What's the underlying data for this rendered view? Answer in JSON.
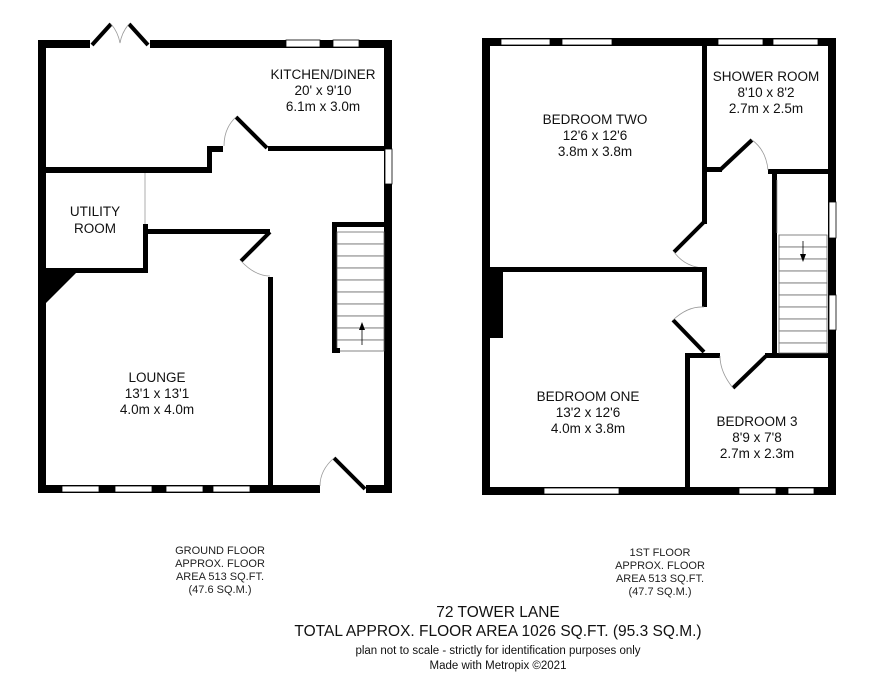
{
  "ground_floor": {
    "rooms": [
      {
        "name": "KITCHEN/DINER",
        "imperial": "20' x 9'10",
        "metric": "6.1m x 3.0m"
      },
      {
        "name": "UTILITY",
        "name2": "ROOM"
      },
      {
        "name": "LOUNGE",
        "imperial": "13'1 x 13'1",
        "metric": "4.0m x 4.0m"
      }
    ],
    "caption": [
      "GROUND FLOOR",
      "APPROX. FLOOR",
      "AREA 513 SQ.FT.",
      "(47.6 SQ.M.)"
    ]
  },
  "first_floor": {
    "rooms": [
      {
        "name": "BEDROOM TWO",
        "imperial": "12'6 x 12'6",
        "metric": "3.8m x 3.8m"
      },
      {
        "name": "SHOWER ROOM",
        "imperial": "8'10 x 8'2",
        "metric": "2.7m x 2.5m"
      },
      {
        "name": "BEDROOM ONE",
        "imperial": "13'2 x 12'6",
        "metric": "4.0m x 3.8m"
      },
      {
        "name": "BEDROOM 3",
        "imperial": "8'9 x 7'8",
        "metric": "2.7m x 2.3m"
      }
    ],
    "caption": [
      "1ST FLOOR",
      "APPROX. FLOOR",
      "AREA 513 SQ.FT.",
      "(47.7 SQ.M.)"
    ]
  },
  "footer": {
    "address": "72 TOWER LANE",
    "total": "TOTAL APPROX. FLOOR AREA 1026 SQ.FT. (95.3 SQ.M.)",
    "disclaimer": "plan not to scale - strictly for identification purposes only",
    "credit": "Made with Metropix ©2021"
  }
}
